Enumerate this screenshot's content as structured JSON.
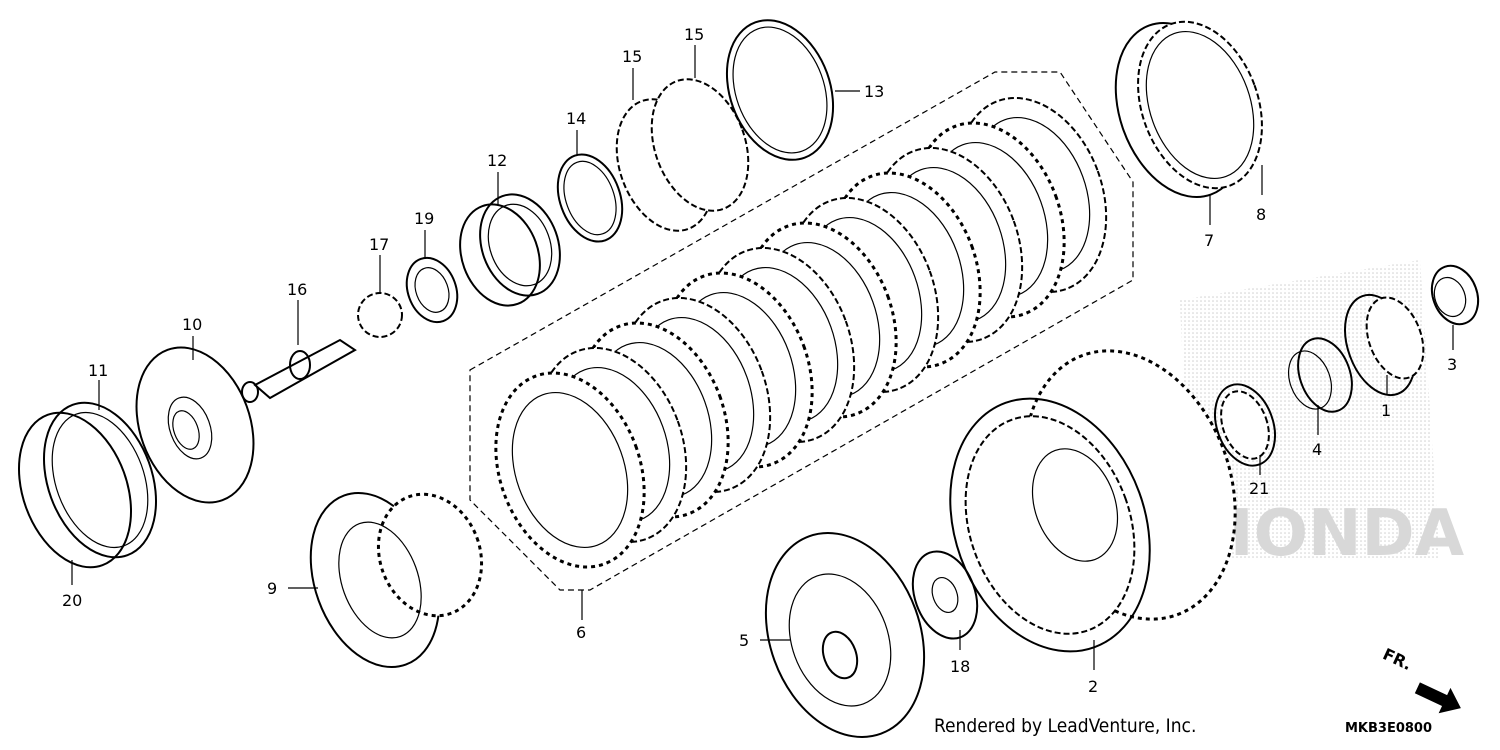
{
  "diagram": {
    "part_labels": [
      "1",
      "2",
      "3",
      "4",
      "5",
      "6",
      "7",
      "8",
      "9",
      "10",
      "11",
      "12",
      "13",
      "14",
      "15",
      "15",
      "16",
      "17",
      "18",
      "19",
      "20",
      "21"
    ],
    "credit": "Rendered by LeadVenture, Inc.",
    "diagram_code": "MKB3E0800",
    "direction_label": "FR.",
    "watermark": "HONDA"
  }
}
